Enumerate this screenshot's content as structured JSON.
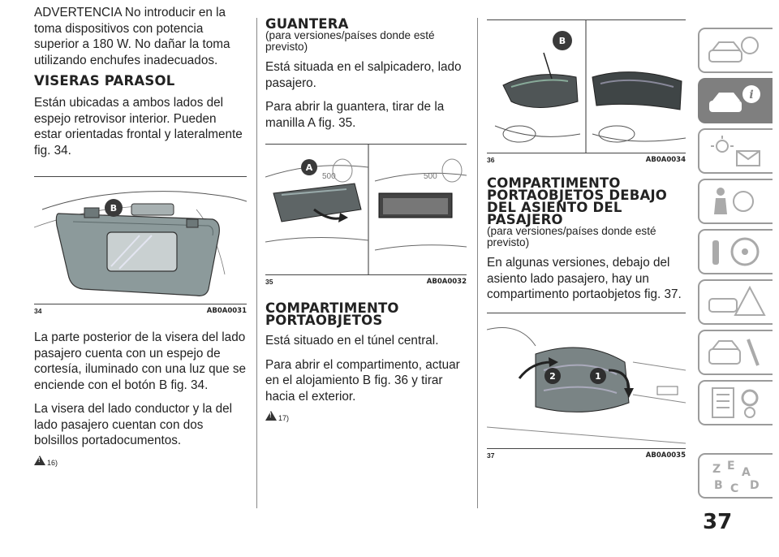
{
  "col1": {
    "p1": "ADVERTENCIA No introducir en la toma dispositivos con potencia superior a 180 W. No dañar la toma utilizando enchufes inadecuados.",
    "h_viseras": "VISERAS PARASOL",
    "p2": "Están ubicadas a ambos lados del espejo retrovisor interior. Pueden estar orientadas frontal y lateralmente fig. 34.",
    "fig34": {
      "num": "34",
      "code": "AB0A0031",
      "label": "B"
    },
    "p3": "La parte posterior de la visera del lado pasajero cuenta con un espejo de cortesía, iluminado con una luz que se enciende con el botón B fig. 34.",
    "p4": "La visera del lado conductor y la del lado pasajero cuentan con dos bolsillos portadocumentos.",
    "warn": "16)"
  },
  "col2": {
    "h_guantera": "GUANTERA",
    "sub": "(para versiones/países donde esté previsto)",
    "p1": "Está situada en el salpicadero, lado pasajero.",
    "p2": "Para abrir la guantera, tirar de la manilla A fig. 35.",
    "fig35": {
      "num": "35",
      "code": "AB0A0032",
      "label": "A"
    },
    "h_comp1": "COMPARTIMENTO",
    "h_comp2": "PORTAOBJETOS",
    "p3": "Está situado en el túnel central.",
    "p4": "Para abrir el compartimento, actuar en el alojamiento B fig. 36 y tirar hacia el exterior.",
    "warn": "17)"
  },
  "col3": {
    "fig36": {
      "num": "36",
      "code": "AB0A0034",
      "label": "B"
    },
    "h1": "COMPARTIMENTO",
    "h2": "PORTAOBJETOS DEBAJO",
    "h3": "DEL ASIENTO DEL",
    "h4": "PASAJERO",
    "sub": "(para versiones/países donde esté previsto)",
    "p1": "En algunas versiones, debajo del asiento lado pasajero, hay un compartimento portaobjetos fig. 37.",
    "fig37": {
      "num": "37",
      "code": "AB0A0035",
      "label1": "2",
      "label2": "1"
    }
  },
  "sidebar": {
    "icons": [
      "car-gauge-icon",
      "car-info-icon",
      "warning-lights-icon",
      "airbag-safety-icon",
      "steering-controls-icon",
      "road-warning-icon",
      "car-service-icon",
      "specifications-icon",
      "alphabetic-index-icon"
    ]
  },
  "page_number": "37"
}
